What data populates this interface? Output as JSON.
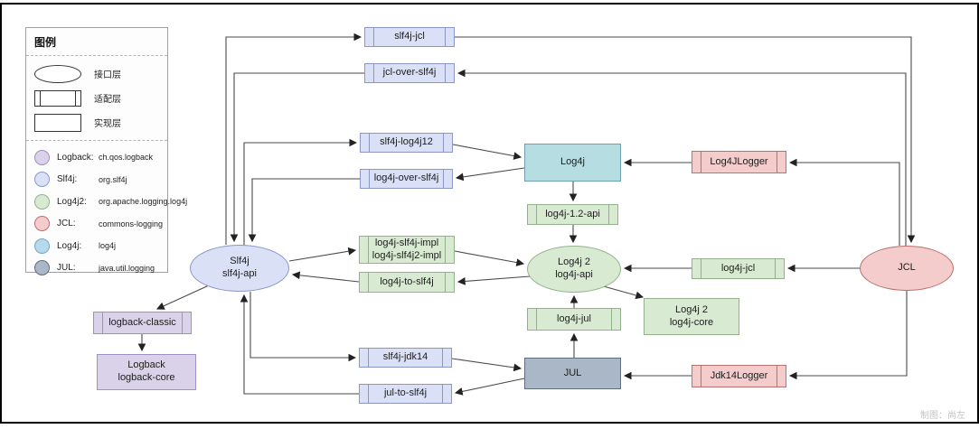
{
  "legend": {
    "title": "图例",
    "shapes": [
      {
        "shape": "ellipse",
        "label": "接口层"
      },
      {
        "shape": "adapter",
        "label": "适配层"
      },
      {
        "shape": "box",
        "label": "实现层"
      }
    ],
    "colors": [
      {
        "name": "Logback:",
        "package": "ch.qos.logback",
        "color": "#d9d2e9",
        "border": "#9f8fc7"
      },
      {
        "name": "Slf4j:",
        "package": "org.slf4j",
        "color": "#dae1f7",
        "border": "#8c97c5"
      },
      {
        "name": "Log4j2:",
        "package": "org.apache.logging.log4j",
        "color": "#d9ead3",
        "border": "#93b28a"
      },
      {
        "name": "JCL:",
        "package": "commons-logging",
        "color": "#f4cccc",
        "border": "#b87070"
      },
      {
        "name": "Log4j:",
        "package": "log4j",
        "color": "#b7d9ec",
        "border": "#74a7c9"
      },
      {
        "name": "JUL:",
        "package": "java.util.logging",
        "color": "#a9b7c6",
        "border": "#5e6e7e"
      }
    ]
  },
  "nodes": {
    "slf4j_jcl": {
      "label": "slf4j-jcl"
    },
    "jcl_over_slf4j": {
      "label": "jcl-over-slf4j"
    },
    "slf4j_log4j12": {
      "label": "slf4j-log4j12"
    },
    "log4j_over_slf4j": {
      "label": "log4j-over-slf4j"
    },
    "log4j": {
      "label": "Log4j"
    },
    "log4jlogger": {
      "label": "Log4JLogger"
    },
    "log4j_12_api": {
      "label": "log4j-1.2-api"
    },
    "slf4j": {
      "line1": "Slf4j",
      "line2": "slf4j-api"
    },
    "log4j_slf4j_impl": {
      "line1": "log4j-slf4j-impl",
      "line2": "log4j-slf4j2-impl"
    },
    "log4j_to_slf4j": {
      "label": "log4j-to-slf4j"
    },
    "log4j2": {
      "line1": "Log4j 2",
      "line2": "log4j-api"
    },
    "log4j_jcl": {
      "label": "log4j-jcl"
    },
    "jcl": {
      "label": "JCL"
    },
    "log4j_jul": {
      "label": "log4j-jul"
    },
    "log4j_core": {
      "line1": "Log4j 2",
      "line2": "log4j-core"
    },
    "logback_classic": {
      "label": "logback-classic"
    },
    "logback_core": {
      "line1": "Logback",
      "line2": "logback-core"
    },
    "slf4j_jdk14": {
      "label": "slf4j-jdk14"
    },
    "jul_to_slf4j": {
      "label": "jul-to-slf4j"
    },
    "jul": {
      "label": "JUL"
    },
    "jdk14logger": {
      "label": "Jdk14Logger"
    }
  },
  "edges": [
    {
      "from": "slf4j-api",
      "to": "slf4j-jcl"
    },
    {
      "from": "JCL",
      "to": "jcl-over-slf4j"
    },
    {
      "from": "jcl-over-slf4j",
      "to": "slf4j-api"
    },
    {
      "from": "slf4j-api",
      "to": "slf4j-log4j12"
    },
    {
      "from": "log4j-over-slf4j",
      "to": "slf4j-api"
    },
    {
      "from": "slf4j-jcl",
      "to": "JCL"
    },
    {
      "from": "JCL",
      "to": "Log4JLogger"
    },
    {
      "from": "Log4JLogger",
      "to": "Log4j"
    },
    {
      "from": "slf4j-log4j12",
      "to": "Log4j"
    },
    {
      "from": "Log4j",
      "to": "log4j-over-slf4j"
    },
    {
      "from": "Log4j",
      "to": "log4j-1.2-api"
    },
    {
      "from": "log4j-1.2-api",
      "to": "log4j-api"
    },
    {
      "from": "slf4j-api",
      "to": "log4j-slf4j-impl"
    },
    {
      "from": "log4j-slf4j-impl",
      "to": "log4j-api"
    },
    {
      "from": "log4j-api",
      "to": "log4j-to-slf4j"
    },
    {
      "from": "log4j-to-slf4j",
      "to": "slf4j-api"
    },
    {
      "from": "JCL",
      "to": "log4j-jcl"
    },
    {
      "from": "log4j-jcl",
      "to": "log4j-api"
    },
    {
      "from": "log4j-api",
      "to": "log4j-core"
    },
    {
      "from": "log4j-jul",
      "to": "log4j-api"
    },
    {
      "from": "JUL",
      "to": "log4j-jul"
    },
    {
      "from": "slf4j-api",
      "to": "logback-classic"
    },
    {
      "from": "logback-classic",
      "to": "logback-core"
    },
    {
      "from": "slf4j-api",
      "to": "slf4j-jdk14"
    },
    {
      "from": "jul-to-slf4j",
      "to": "slf4j-api"
    },
    {
      "from": "slf4j-jdk14",
      "to": "JUL"
    },
    {
      "from": "JUL",
      "to": "jul-to-slf4j"
    },
    {
      "from": "Jdk14Logger",
      "to": "JUL"
    },
    {
      "from": "JCL",
      "to": "Jdk14Logger"
    }
  ],
  "credit": "制图：尚左"
}
